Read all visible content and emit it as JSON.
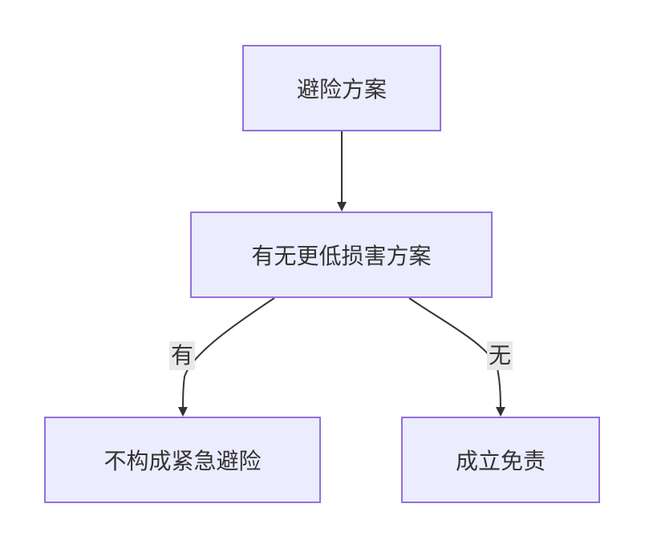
{
  "nodes": {
    "start": {
      "label": "避险方案"
    },
    "decision": {
      "label": "有无更低损害方案"
    },
    "yes_result": {
      "label": "不构成紧急避险"
    },
    "no_result": {
      "label": "成立免责"
    }
  },
  "edges": {
    "start_to_decision": {
      "label": ""
    },
    "decision_to_yes": {
      "label": "有"
    },
    "decision_to_no": {
      "label": "无"
    }
  },
  "colors": {
    "node_fill": "#ececff",
    "node_border": "#9370db",
    "edge": "#333333",
    "text": "#333333",
    "edge_label_bg": "#e8e8e8"
  }
}
